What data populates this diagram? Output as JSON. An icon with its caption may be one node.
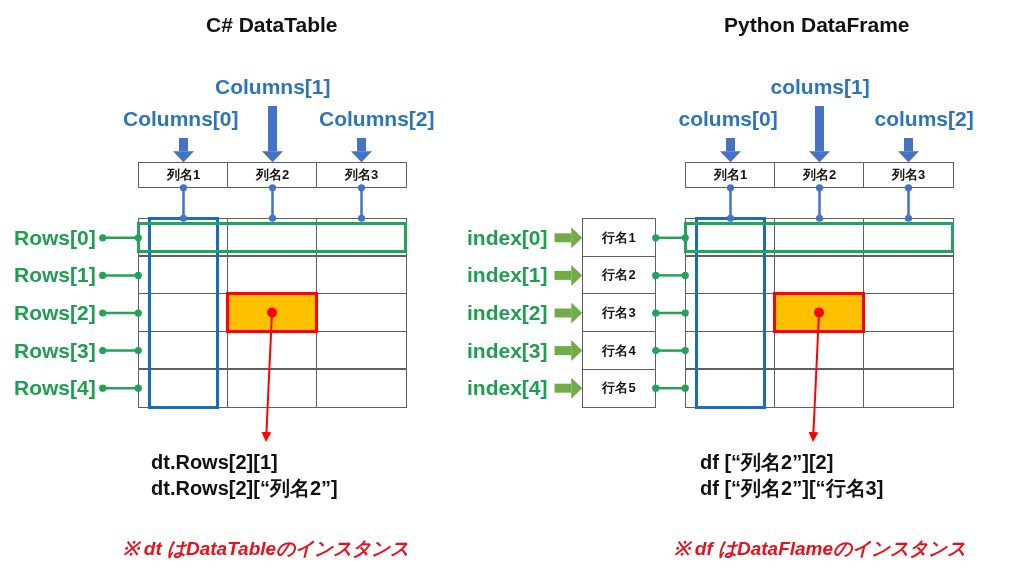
{
  "diagram": {
    "nodes": [
      {
        "text": [
          "Columns[0]"
        ]
      },
      {
        "text": [
          "Columns[1]"
        ]
      },
      {
        "text": [
          "Columns[2]"
        ]
      },
      {
        "text": [
          "列名1"
        ]
      },
      {
        "text": [
          "列名2"
        ]
      },
      {
        "text": [
          "列名3"
        ]
      },
      {
        "text": [
          "Rows[0]"
        ]
      },
      {
        "text": [
          "Rows[1]"
        ]
      },
      {
        "text": [
          "Rows[2]"
        ]
      },
      {
        "text": [
          "Rows[3]"
        ]
      },
      {
        "text": [
          "Rows[4]"
        ]
      },
      {
        "text": [],
        "shape": "box"
      },
      {
        "text": [],
        "shape": "box",
        "in": 11
      },
      {
        "text": [],
        "shape": "box",
        "in": 11
      },
      {
        "text": [],
        "shape": "box",
        "in": 11
      },
      {
        "text": [
          "dt.Rows[2][1]",
          "dt.Rows[2][“列名2”]"
        ]
      },
      {
        "text": [
          "colums[0]"
        ]
      },
      {
        "text": [
          "colums[1]"
        ]
      },
      {
        "text": [
          "colums[2]"
        ]
      },
      {
        "text": [
          "列名1"
        ]
      },
      {
        "text": [
          "列名2"
        ]
      },
      {
        "text": [
          "列名3"
        ]
      },
      {
        "text": [
          "index[0]"
        ]
      },
      {
        "text": [
          "index[1]"
        ]
      },
      {
        "text": [
          "index[2]"
        ]
      },
      {
        "text": [
          "index[3]"
        ]
      },
      {
        "text": [
          "index[4]"
        ]
      },
      {
        "text": [
          "行名1"
        ]
      },
      {
        "text": [
          "行名2"
        ]
      },
      {
        "text": [
          "行名3"
        ]
      },
      {
        "text": [
          "行名4"
        ]
      },
      {
        "text": [
          "行名5"
        ]
      },
      {
        "text": [],
        "shape": "box"
      },
      {
        "text": [],
        "shape": "box",
        "in": 32
      },
      {
        "text": [],
        "shape": "box",
        "in": 32
      },
      {
        "text": [],
        "shape": "box",
        "in": 32
      },
      {
        "text": [
          "df [“列名2”][2]",
          "df [“列名2”][“行名3]"
        ]
      }
    ],
    "edges": [
      {
        "from": 0,
        "to": 3,
        "arrow": "to",
        "style": "thick"
      },
      {
        "from": 1,
        "to": 4,
        "arrow": "to",
        "style": "thick"
      },
      {
        "from": 2,
        "to": 5,
        "arrow": "to",
        "style": "thick"
      },
      {
        "from": 3,
        "to": 11,
        "arrow": "other"
      },
      {
        "from": 4,
        "to": 11,
        "arrow": "other"
      },
      {
        "from": 5,
        "to": 11,
        "arrow": "other"
      },
      {
        "from": 6,
        "to": 11,
        "arrow": "other",
        "color": "#22a35a"
      },
      {
        "from": 7,
        "to": 11,
        "arrow": "other",
        "color": "#22a35a"
      },
      {
        "from": 8,
        "to": 11,
        "arrow": "other",
        "color": "#22a35a"
      },
      {
        "from": 9,
        "to": 11,
        "arrow": "other",
        "color": "#22a35a"
      },
      {
        "from": 10,
        "to": 11,
        "arrow": "other",
        "color": "#22a35a"
      },
      {
        "from": 14,
        "to": 15,
        "arrow": "to",
        "color": "#ff0000"
      },
      {
        "from": 16,
        "to": 19,
        "arrow": "to",
        "style": "thick"
      },
      {
        "from": 17,
        "to": 20,
        "arrow": "to",
        "style": "thick"
      },
      {
        "from": 18,
        "to": 21,
        "arrow": "to",
        "style": "thick"
      },
      {
        "from": 19,
        "to": 32,
        "arrow": "other"
      },
      {
        "from": 20,
        "to": 32,
        "arrow": "other"
      },
      {
        "from": 21,
        "to": 32,
        "arrow": "other"
      },
      {
        "from": 22,
        "to": 27,
        "arrow": "to",
        "style": "thick",
        "color": "#70ad47"
      },
      {
        "from": 23,
        "to": 28,
        "arrow": "to",
        "style": "thick",
        "color": "#70ad47"
      },
      {
        "from": 24,
        "to": 29,
        "arrow": "to",
        "style": "thick",
        "color": "#70ad47"
      },
      {
        "from": 25,
        "to": 30,
        "arrow": "to",
        "style": "thick",
        "color": "#70ad47"
      },
      {
        "from": 26,
        "to": 31,
        "arrow": "to",
        "style": "thick",
        "color": "#70ad47"
      },
      {
        "from": 27,
        "to": 32,
        "arrow": "other",
        "color": "#22a35a"
      },
      {
        "from": 28,
        "to": 32,
        "arrow": "other",
        "color": "#22a35a"
      },
      {
        "from": 29,
        "to": 32,
        "arrow": "other",
        "color": "#22a35a"
      },
      {
        "from": 30,
        "to": 32,
        "arrow": "other",
        "color": "#22a35a"
      },
      {
        "from": 31,
        "to": 32,
        "arrow": "other",
        "color": "#22a35a"
      },
      {
        "from": 35,
        "to": 36,
        "arrow": "to",
        "color": "#ff0000"
      }
    ],
    "labels": [
      "C# DataTable",
      "Python DataFrame",
      "※ dt はDataTableのインスタンス",
      "※ df はDataFlameのインスタンス"
    ]
  }
}
